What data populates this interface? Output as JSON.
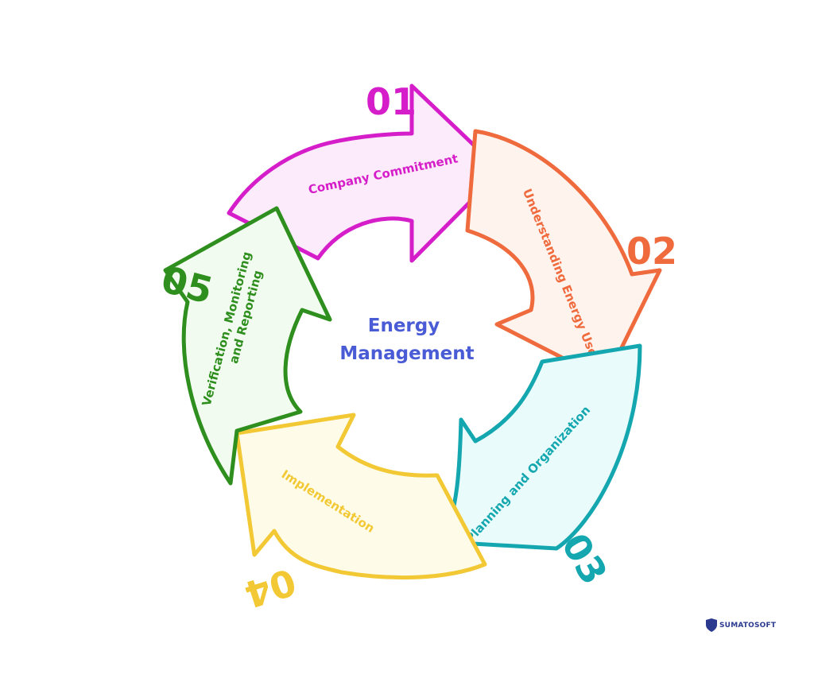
{
  "center": {
    "line1": "Energy",
    "line2": "Management",
    "color": "#4a5bd6"
  },
  "steps": [
    {
      "number": "01",
      "label": "Company Commitment",
      "stroke": "#d51ec9",
      "fill": "#fcebfb"
    },
    {
      "number": "02",
      "label": "Understanding Energy Use",
      "stroke": "#ef6a3c",
      "fill": "#fff3ee"
    },
    {
      "number": "03",
      "label": "Planning and Organization",
      "stroke": "#14a7b0",
      "fill": "#e9fbfb"
    },
    {
      "number": "04",
      "label": "Implementation",
      "stroke": "#f2c935",
      "fill": "#fefbe8"
    },
    {
      "number": "05",
      "label": [
        "Verification, Monitoring",
        "and Reporting"
      ],
      "stroke": "#2e8f1e",
      "fill": "#f2fbef"
    }
  ],
  "logo": {
    "text": "SUMATOSOFT",
    "icon": "shield-icon",
    "color": "#2b3a8f"
  }
}
